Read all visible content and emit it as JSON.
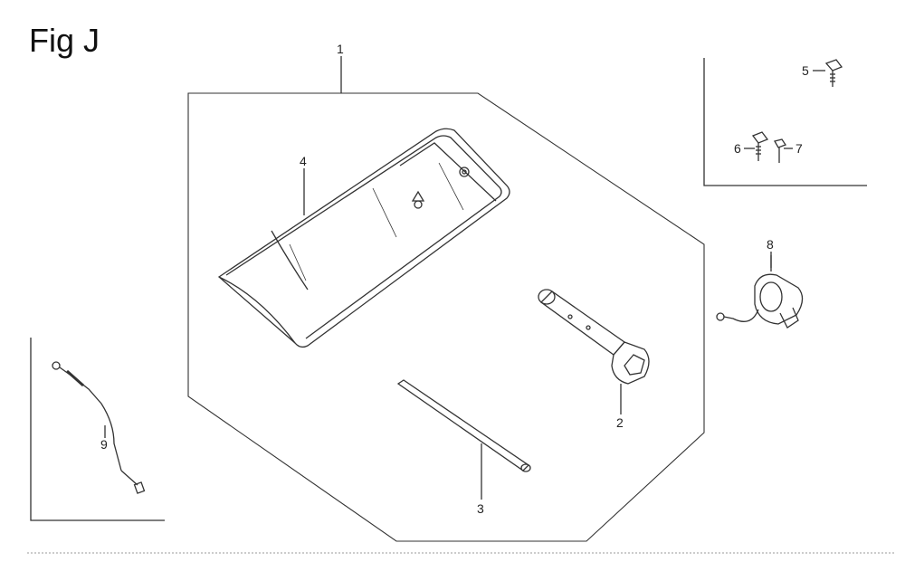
{
  "figure": {
    "title": "Fig J"
  },
  "callouts": {
    "c1": "1",
    "c2": "2",
    "c3": "3",
    "c4": "4",
    "c5": "5",
    "c6": "6",
    "c7": "7",
    "c8": "8",
    "c9": "9"
  }
}
